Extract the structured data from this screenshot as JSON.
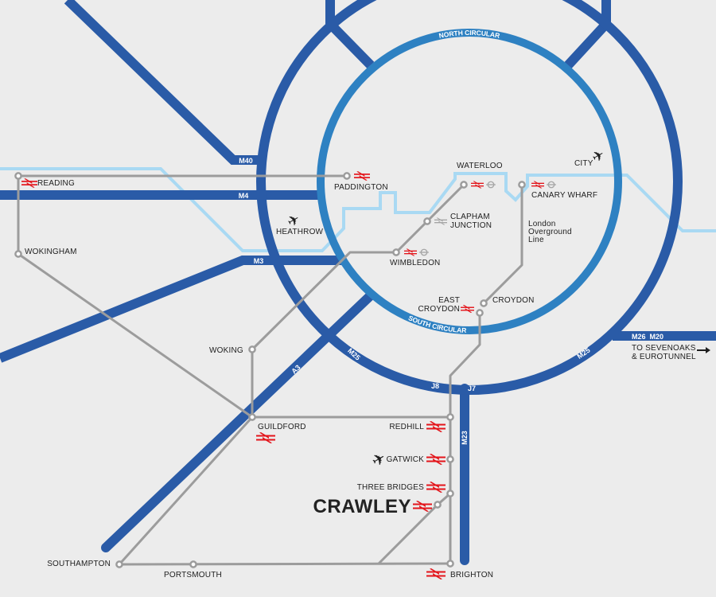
{
  "roads": {
    "m40": "M40",
    "m4": "M4",
    "m3": "M3",
    "a3": "A3",
    "m25_west": "M25",
    "m25_east": "M25",
    "m23": "M23",
    "m26_m20": "M26  M20",
    "j8": "J8",
    "j7": "J7",
    "north_circular": "NORTH CIRCULAR",
    "south_circular": "SOUTH CIRCULAR"
  },
  "stations": {
    "reading": "READING",
    "wokingham": "WOKINGHAM",
    "paddington": "PADDINGTON",
    "heathrow": "HEATHROW",
    "waterloo": "WATERLOO",
    "city": "CITY",
    "canary_wharf": "CANARY WHARF",
    "clapham_1": "CLAPHAM",
    "clapham_2": "JUNCTION",
    "wimbledon": "WIMBLEDON",
    "east_croydon_1": "EAST",
    "east_croydon_2": "CROYDON",
    "croydon": "CROYDON",
    "woking": "WOKING",
    "guildford": "GUILDFORD",
    "redhill": "REDHILL",
    "gatwick": "GATWICK",
    "three_bridges": "THREE BRIDGES",
    "crawley": "CRAWLEY",
    "southampton": "SOUTHAMPTON",
    "portsmouth": "PORTSMOUTH",
    "brighton": "BRIGHTON"
  },
  "overground": [
    "London",
    "Overground",
    "Line"
  ],
  "sevenoaks": [
    "TO SEVENOAKS",
    "& EUROTUNNEL"
  ],
  "colors": {
    "motorway": "#2a5ba7",
    "circular": "#2e81c2",
    "river": "#a9d9f3",
    "rail": "#9c9c9c",
    "national_rail": "#e3151b"
  }
}
